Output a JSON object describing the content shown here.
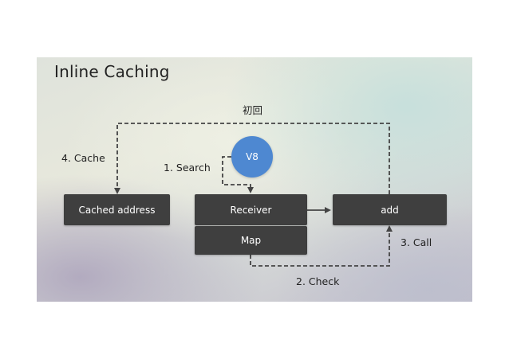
{
  "slide": {
    "title": "Inline Caching"
  },
  "nodes": {
    "v8": "V8",
    "cached_address": "Cached address",
    "receiver": "Receiver",
    "map": "Map",
    "add": "add"
  },
  "edges": {
    "first_time": "初回",
    "search": "1. Search",
    "check": "2. Check",
    "call": "3. Call",
    "cache": "4. Cache"
  },
  "colors": {
    "box": "#3f3f3f",
    "box_text": "#ffffff",
    "v8_circle": "#4e88d1",
    "connector": "#444444"
  }
}
